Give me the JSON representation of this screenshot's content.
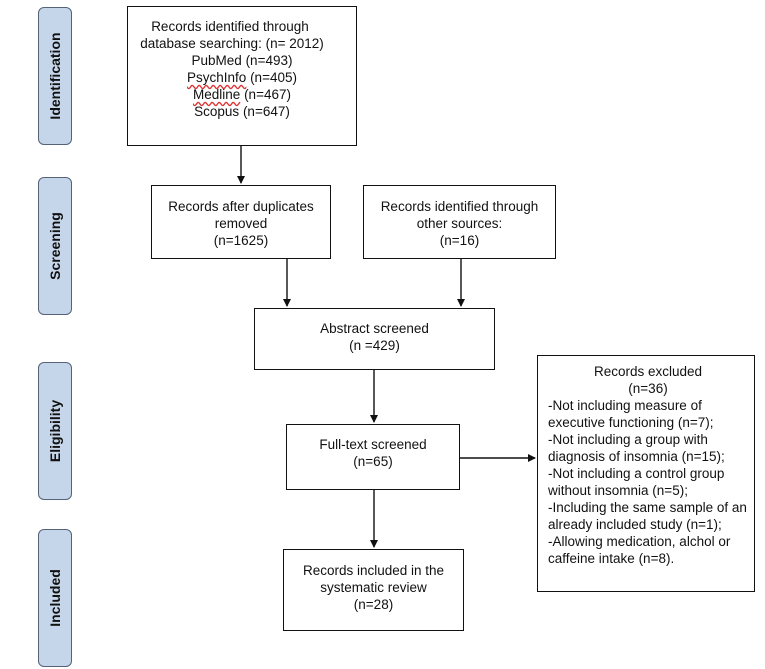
{
  "stages": [
    "Identification",
    "Screening",
    "Eligibility",
    "Included"
  ],
  "identified": {
    "line1": "Records identified through",
    "line2": "database searching: (n= 2012)",
    "sources": [
      {
        "name": "PubMed",
        "count": "(n=493)"
      },
      {
        "name": "PsychInfo",
        "count": "(n=405)"
      },
      {
        "name": "Medline",
        "count": "(n=467)"
      },
      {
        "name": "Scopus",
        "count": "(n=647)"
      }
    ]
  },
  "duplicates_removed": {
    "line1": "Records after duplicates",
    "line2": "removed",
    "count": "(n=1625)"
  },
  "other_sources": {
    "line1": "Records identified through",
    "line2": "other sources:",
    "count": "(n=16)"
  },
  "abstract": {
    "label": "Abstract screened",
    "count": "(n =429)"
  },
  "fulltext": {
    "label": "Full-text screened",
    "count": "(n=65)"
  },
  "included": {
    "line1": "Records included in the",
    "line2": "systematic review",
    "count": "(n=28)"
  },
  "excluded": {
    "title": "Records excluded",
    "count": "(n=36)",
    "lines": [
      "-Not including measure of",
      "executive functioning (n=7);",
      "-Not including a group with",
      "diagnosis of insomnia (n=15);",
      "-Not including a control group",
      "without insomnia (n=5);",
      "-Including the same sample of an",
      "already included study (n=1);",
      "-Allowing medication, alchol or",
      "caffeine intake (n=8)."
    ]
  }
}
